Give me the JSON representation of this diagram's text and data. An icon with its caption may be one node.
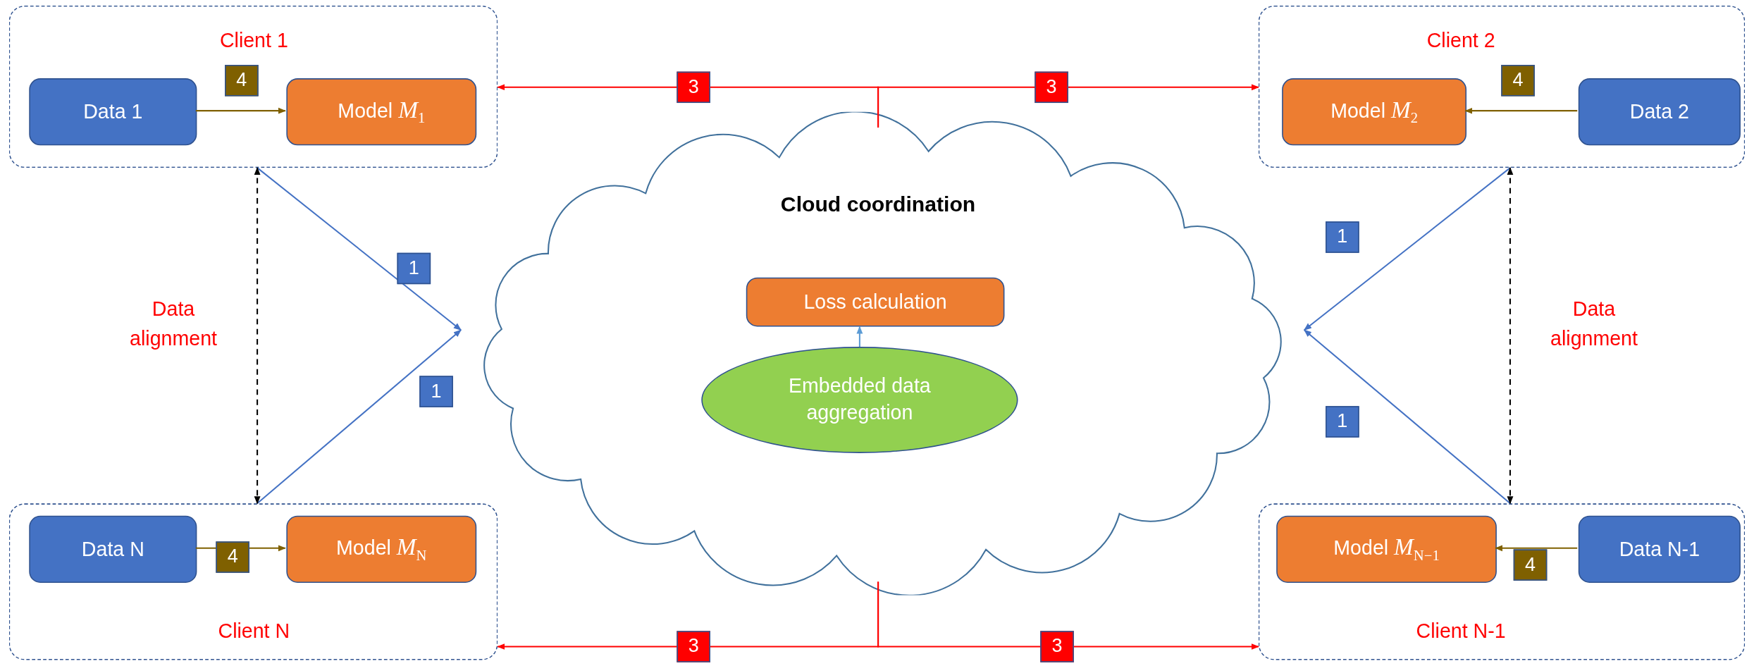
{
  "diagram": {
    "nodes": [
      {
        "text": [
          "Client 1"
        ]
      },
      {
        "text": [
          "Data 1"
        ],
        "in": 0
      },
      {
        "text": [
          "Model *M*$_{1}$"
        ],
        "in": 0
      },
      {
        "text": [
          "Client 2"
        ]
      },
      {
        "text": [
          "Model *M*$_{2}$"
        ],
        "in": 3
      },
      {
        "text": [
          "Data 2"
        ],
        "in": 3
      },
      {
        "text": [
          "Cloud coordination"
        ]
      },
      {
        "text": [
          "Loss calculation"
        ],
        "in": 6
      },
      {
        "text": [
          "Embedded data aggregation"
        ],
        "in": 6
      },
      {
        "text": [
          "Client N"
        ]
      },
      {
        "text": [
          "Data N"
        ],
        "in": 9
      },
      {
        "text": [
          "Model *M*$_{N}$"
        ],
        "in": 9
      },
      {
        "text": [
          "Client N-1"
        ]
      },
      {
        "text": [
          "Model *M*$_{N−1}$"
        ],
        "in": 12
      },
      {
        "text": [
          "Data N-1"
        ],
        "in": 12
      }
    ],
    "edges": [
      {
        "from": 1,
        "to": 2,
        "arrow": "to",
        "label": "4",
        "color": "#7f6000"
      },
      {
        "from": 5,
        "to": 4,
        "arrow": "to",
        "label": "4",
        "color": "#7f6000"
      },
      {
        "from": 10,
        "to": 11,
        "arrow": "to",
        "label": "4",
        "color": "#7f6000"
      },
      {
        "from": 14,
        "to": 13,
        "arrow": "to",
        "label": "4",
        "color": "#7f6000"
      },
      {
        "from": 6,
        "to": 0,
        "arrow": "to",
        "label": "3",
        "color": "#ff0000"
      },
      {
        "from": 6,
        "to": 3,
        "arrow": "to",
        "label": "3",
        "color": "#ff0000"
      },
      {
        "from": 6,
        "to": 9,
        "arrow": "to",
        "label": "3",
        "color": "#ff0000"
      },
      {
        "from": 6,
        "to": 12,
        "arrow": "to",
        "label": "3",
        "color": "#ff0000"
      },
      {
        "from": 0,
        "to": 6,
        "arrow": "to",
        "label": "1",
        "color": "#4472c4"
      },
      {
        "from": 9,
        "to": 6,
        "arrow": "to",
        "label": "1",
        "color": "#4472c4"
      },
      {
        "from": 3,
        "to": 6,
        "arrow": "to",
        "label": "1",
        "color": "#4472c4"
      },
      {
        "from": 12,
        "to": 6,
        "arrow": "to",
        "label": "1",
        "color": "#4472c4"
      },
      {
        "from": 0,
        "to": 9,
        "arrow": "both",
        "label": "Data alignment",
        "style": "dashed",
        "color": "#000000"
      },
      {
        "from": 3,
        "to": 12,
        "arrow": "both",
        "label": "Data alignment",
        "style": "dashed",
        "color": "#000000"
      },
      {
        "from": 8,
        "to": 7,
        "arrow": "to",
        "color": "#5b9bd5"
      }
    ]
  }
}
